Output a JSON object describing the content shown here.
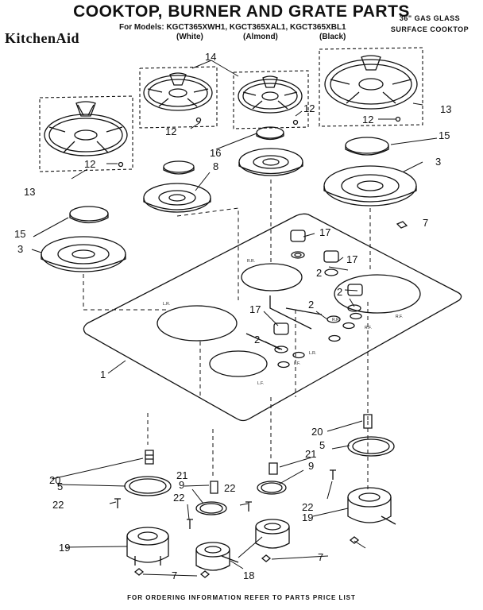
{
  "header": {
    "title": "COOKTOP, BURNER AND GRATE PARTS",
    "brand": "KitchenAid",
    "models_label": "For Models: KGCT365XWH1, KGCT365XAL1, KGCT365XBL1",
    "variants": [
      "(White)",
      "(Almond)",
      "(Black)"
    ],
    "subtitle_lines": [
      "36\" GAS GLASS",
      "SURFACE COOKTOP"
    ]
  },
  "callouts": {
    "c1": "1",
    "c2a": "2",
    "c2b": "2",
    "c2c": "2",
    "c2d": "2",
    "c3a": "3",
    "c3b": "3",
    "c5a": "5",
    "c5b": "5",
    "c7a": "7",
    "c7b": "7",
    "c7c": "7",
    "c8": "8",
    "c9a": "9",
    "c9b": "9",
    "c12a": "12",
    "c12b": "12",
    "c12c": "12",
    "c12d": "12",
    "c13a": "13",
    "c13b": "13",
    "c14": "14",
    "c15a": "15",
    "c15b": "15",
    "c16": "16",
    "c17a": "17",
    "c17b": "17",
    "c17c": "17",
    "c18": "18",
    "c19a": "19",
    "c19b": "19",
    "c20a": "20",
    "c20b": "20",
    "c21a": "21",
    "c21b": "21",
    "c22a": "22",
    "c22b": "22",
    "c22c": "22",
    "c22d": "22"
  },
  "position_marks": {
    "lr": "L.R.",
    "lf": "L.F.",
    "rr": "R.R.",
    "rf": "R.F.",
    "rr_valve": "R.R.",
    "rf_valve": "R.F.",
    "lr_valve": "L.R.",
    "lf_valve": "L.F."
  },
  "footer": "FOR ORDERING INFORMATION REFER TO PARTS PRICE LIST"
}
